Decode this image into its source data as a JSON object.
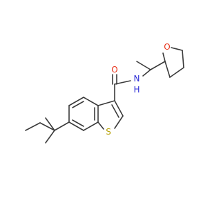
{
  "molecule": {
    "atom_labels": {
      "oxygen_carbonyl": "O",
      "nitrogen_amide": "N",
      "hydrogen_amide": "H",
      "oxygen_ring": "O",
      "sulfur": "S"
    },
    "colors": {
      "bond": "#3a3a3a",
      "oxygen": "#e8331b",
      "nitrogen": "#2b2bd6",
      "sulfur": "#b5a000"
    }
  }
}
